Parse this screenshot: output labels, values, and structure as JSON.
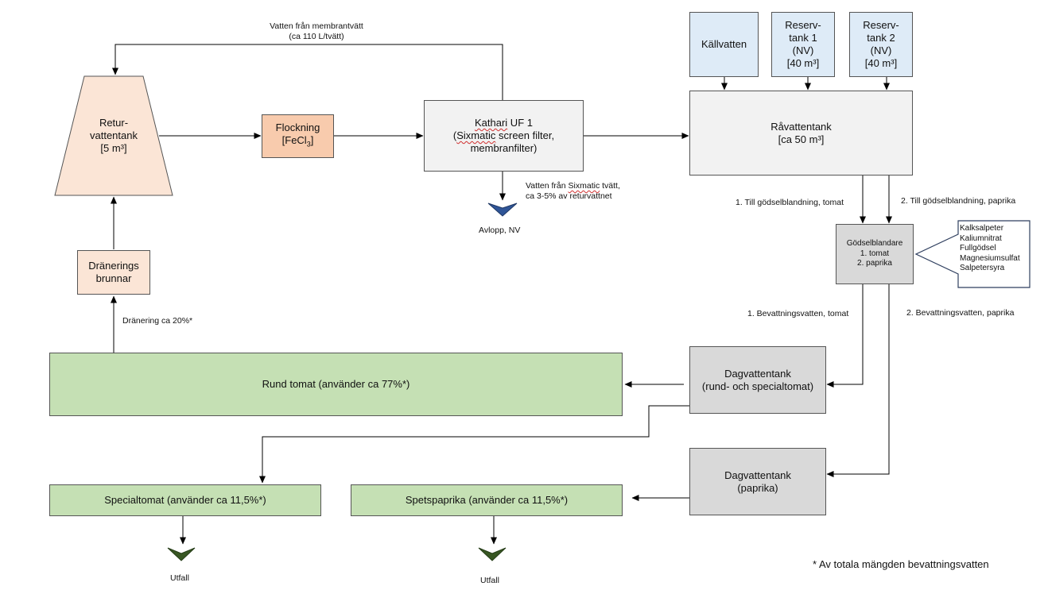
{
  "nodes": {
    "returtank": {
      "lines": [
        "Retur-",
        "vattentank",
        "[5 m³]"
      ]
    },
    "flockning": {
      "title": "Flockning",
      "formula_prefix": "[FeCl",
      "formula_sub": "3",
      "formula_suffix": "]"
    },
    "kathari": {
      "l1_word": "Kathari",
      "l1_rest": " UF 1",
      "l2_prefix": "(",
      "l2_word": "Sixmatic",
      "l2_rest": " screen filter,",
      "l3": "membranfilter)"
    },
    "kallvatten": {
      "lines": [
        "Källvatten"
      ]
    },
    "reserv1": {
      "lines": [
        "Reserv-",
        "tank 1",
        "(NV)",
        "[40 m³]"
      ]
    },
    "reserv2": {
      "lines": [
        "Reserv-",
        "tank 2",
        "(NV)",
        "[40 m³]"
      ]
    },
    "ravattentank": {
      "lines": [
        "Råvattentank",
        "[ca 50 m³]"
      ]
    },
    "godselblandare": {
      "lines": [
        "Gödselblandare",
        "1. tomat",
        "2. paprika"
      ]
    },
    "godselmedel": {
      "lines": [
        "Kalksalpeter",
        "Kaliumnitrat",
        "Fullgödsel",
        "Magnesiumsulfat",
        "Salpetersyra"
      ]
    },
    "dranering": {
      "lines": [
        "Dränerings",
        "brunnar"
      ]
    },
    "dagvatten_tomat": {
      "lines": [
        "Dagvattentank",
        "(rund- och specialtomat)"
      ]
    },
    "dagvatten_paprika": {
      "lines": [
        "Dagvattentank",
        "(paprika)"
      ]
    },
    "rund_tomat": {
      "lines": [
        "Rund tomat (använder ca 77%*)"
      ]
    },
    "specialtomat": {
      "lines": [
        "Specialtomat (använder ca 11,5%*)"
      ]
    },
    "spetspaprika": {
      "lines": [
        "Spetspaprika (använder ca 11,5%*)"
      ]
    }
  },
  "labels": {
    "membrantvatt_1": "Vatten från membrantvätt",
    "membrantvatt_2": "(ca 110 L/tvätt)",
    "sixmatic_1_prefix": "Vatten från ",
    "sixmatic_1_word": "Sixmatic",
    "sixmatic_1_suffix": " tvätt,",
    "sixmatic_2": "ca 3-5% av returvattnet",
    "avlopp": "Avlopp, NV",
    "till_tomat": "1. Till gödselblandning, tomat",
    "till_paprika": "2. Till gödselblandning, paprika",
    "bevattning_tomat": "1. Bevattningsvatten, tomat",
    "bevattning_paprika": "2. Bevattningsvatten, paprika",
    "dranering_pct": "Dränering ca 20%*",
    "utfall_1": "Utfall",
    "utfall_2": "Utfall",
    "footnote": "* Av totala mängden bevattningsvatten"
  },
  "colors": {
    "returtank": "#fbe5d6",
    "flockning": "#f8cbad",
    "process": "#f2f2f2",
    "source": "#deebf7",
    "tank_grey": "#d9d9d9",
    "crop": "#c5e0b4",
    "drain_blue": "#2f5597",
    "drain_green": "#385723"
  }
}
